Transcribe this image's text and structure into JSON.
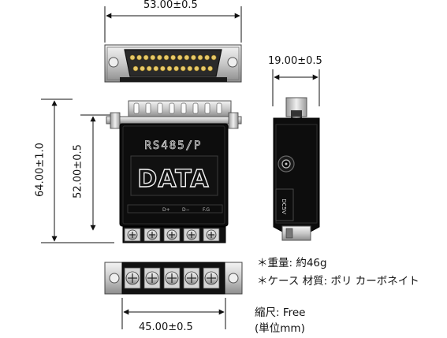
{
  "dimensions": {
    "top_width": "53.00±0.5",
    "side_depth": "19.00±0.5",
    "overall_height": "64.00±1.0",
    "body_height": "52.00±0.5",
    "terminal_width": "45.00±0.5"
  },
  "product": {
    "model_label": "RS485/P",
    "logo_text": "DATA",
    "terminal_labels": [
      "D+",
      "D−",
      "F.G"
    ],
    "side_power_label": "DC5V"
  },
  "specs": [
    "＊重量: 約46g",
    "＊ケース 材質: ポリ カーボネイト"
  ],
  "scale": "縮尺: Free",
  "unit": "(単位mm)"
}
